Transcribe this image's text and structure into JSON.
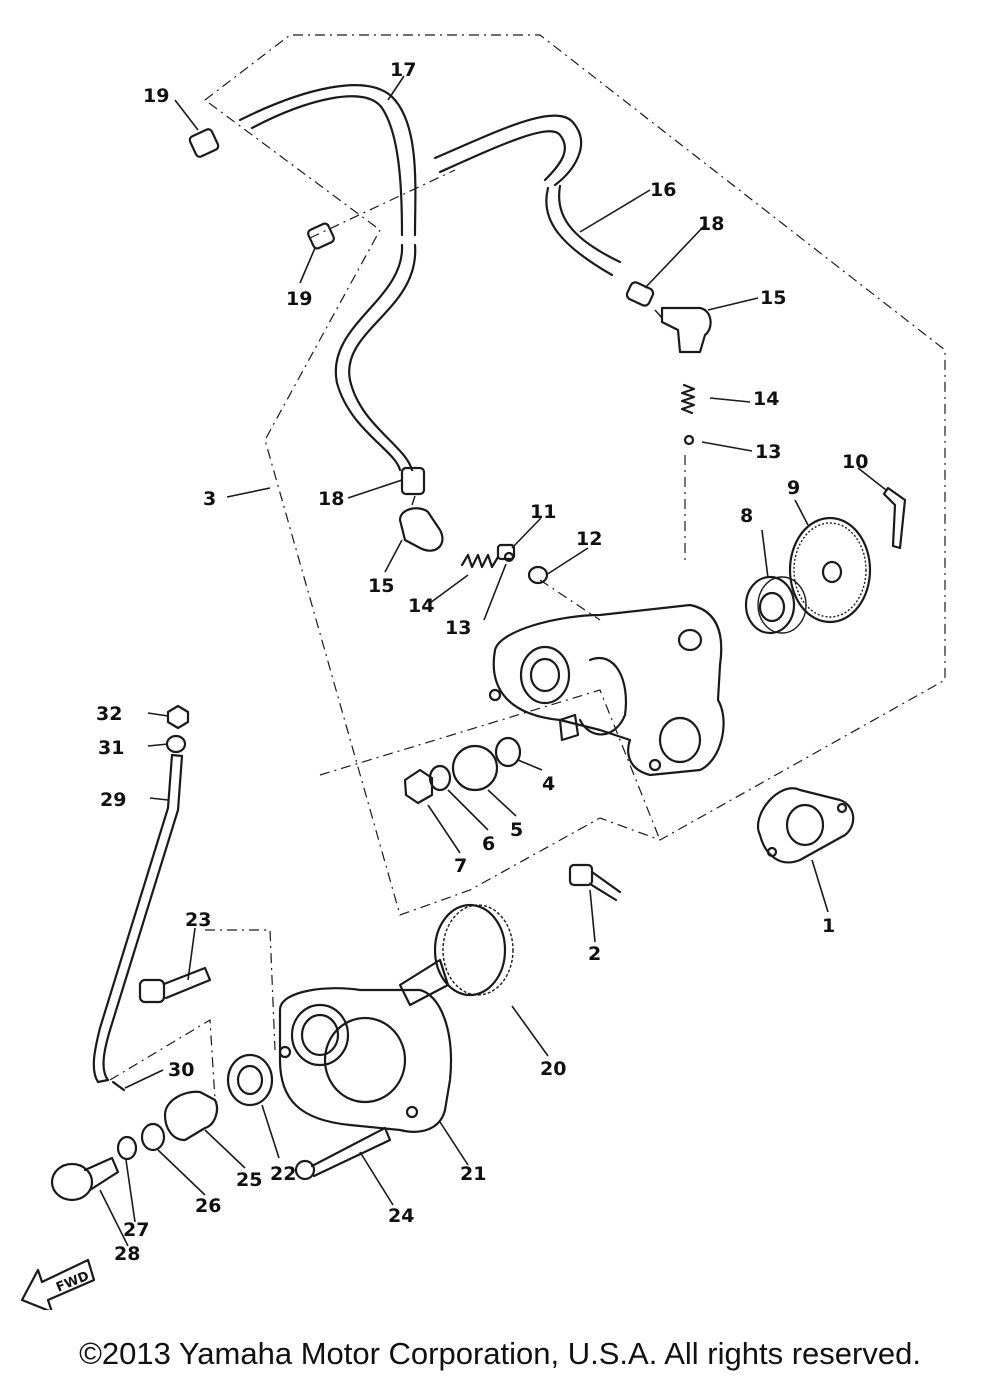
{
  "diagram": {
    "callouts": {
      "p1": "1",
      "p2": "2",
      "p3": "3",
      "p4": "4",
      "p5": "5",
      "p6": "6",
      "p7": "7",
      "p8": "8",
      "p9": "9",
      "p10": "10",
      "p11": "11",
      "p12": "12",
      "p13a": "13",
      "p13b": "13",
      "p14a": "14",
      "p14b": "14",
      "p15a": "15",
      "p15b": "15",
      "p16": "16",
      "p17": "17",
      "p18a": "18",
      "p18b": "18",
      "p19a": "19",
      "p19b": "19",
      "p20": "20",
      "p21": "21",
      "p22": "22",
      "p23": "23",
      "p24": "24",
      "p25": "25",
      "p26": "26",
      "p27": "27",
      "p28": "28",
      "p29": "29",
      "p30": "30",
      "p31": "31",
      "p32": "32"
    },
    "fwd_label": "FWD"
  },
  "footer": {
    "copyright": "©2013 Yamaha Motor Corporation, U.S.A. All rights reserved."
  }
}
